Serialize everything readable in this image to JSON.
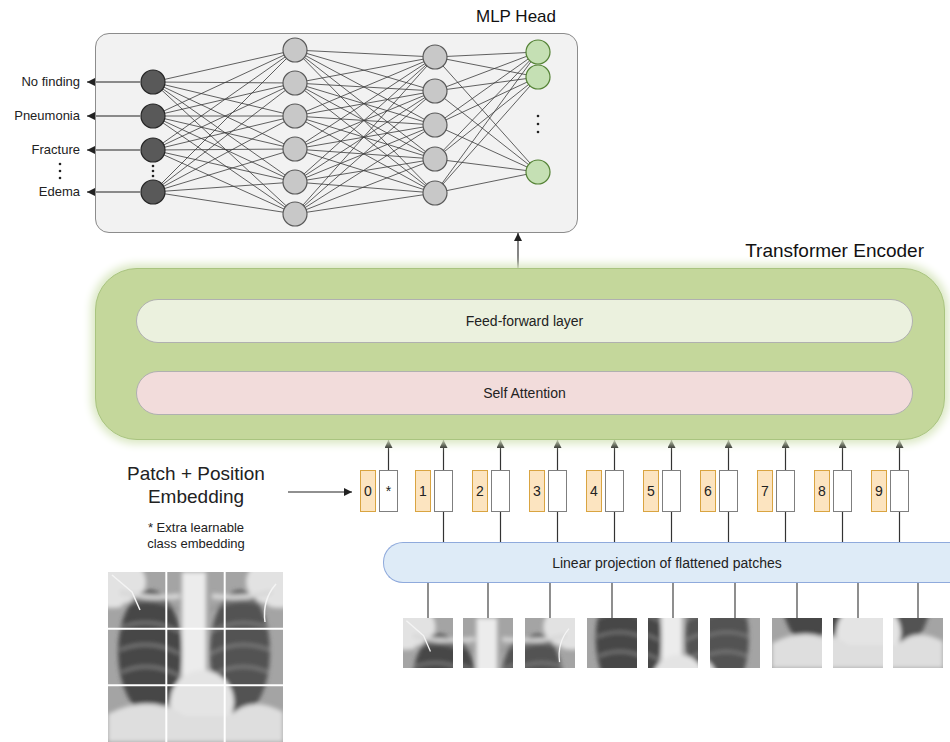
{
  "diagram": {
    "nodes": [
      {
        "text": [
          "MLP Head"
        ]
      },
      {
        "text": [
          "Transformer Encoder"
        ]
      },
      {
        "text": [
          "Feed-forward layer"
        ],
        "in": 1
      },
      {
        "text": [
          "Self Attention"
        ],
        "in": 1
      },
      {
        "text": [
          "0",
          "*"
        ]
      },
      {
        "text": [
          "1"
        ]
      },
      {
        "text": [
          "2"
        ]
      },
      {
        "text": [
          "3"
        ]
      },
      {
        "text": [
          "4"
        ]
      },
      {
        "text": [
          "5"
        ]
      },
      {
        "text": [
          "6"
        ]
      },
      {
        "text": [
          "7"
        ]
      },
      {
        "text": [
          "8"
        ]
      },
      {
        "text": [
          "9"
        ]
      },
      {
        "text": [
          "Linear projection of flattened patches"
        ]
      }
    ],
    "edges": [
      {
        "from": 1,
        "to": 0,
        "arrow": "to"
      },
      {
        "from": 4,
        "to": 1,
        "arrow": "to"
      },
      {
        "from": 5,
        "to": 1,
        "arrow": "to"
      },
      {
        "from": 6,
        "to": 1,
        "arrow": "to"
      },
      {
        "from": 7,
        "to": 1,
        "arrow": "to"
      },
      {
        "from": 8,
        "to": 1,
        "arrow": "to"
      },
      {
        "from": 9,
        "to": 1,
        "arrow": "to"
      },
      {
        "from": 10,
        "to": 1,
        "arrow": "to"
      },
      {
        "from": 11,
        "to": 1,
        "arrow": "to"
      },
      {
        "from": 12,
        "to": 1,
        "arrow": "to"
      },
      {
        "from": 13,
        "to": 1,
        "arrow": "to"
      },
      {
        "from": 14,
        "to": 5,
        "arrow": "none"
      },
      {
        "from": 14,
        "to": 6,
        "arrow": "none"
      },
      {
        "from": 14,
        "to": 7,
        "arrow": "none"
      },
      {
        "from": 14,
        "to": 8,
        "arrow": "none"
      },
      {
        "from": 14,
        "to": 9,
        "arrow": "none"
      },
      {
        "from": 14,
        "to": 10,
        "arrow": "none"
      },
      {
        "from": 14,
        "to": 11,
        "arrow": "none"
      },
      {
        "from": 14,
        "to": 12,
        "arrow": "none"
      },
      {
        "from": 14,
        "to": 13,
        "arrow": "none"
      }
    ],
    "labels": [
      "No finding",
      "Pneumonia",
      "Fracture",
      "Edema",
      "Patch + Position Embedding",
      "* Extra learnable class embedding"
    ]
  }
}
